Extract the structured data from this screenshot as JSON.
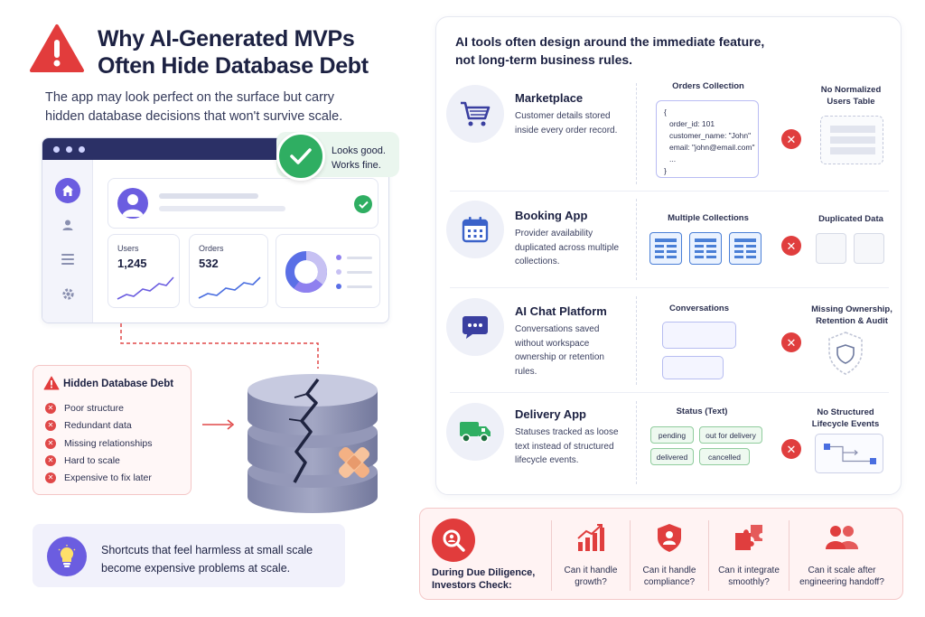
{
  "header": {
    "title_line1": "Why AI-Generated MVPs",
    "title_line2": "Often Hide Database Debt",
    "subtitle": "The app may look perfect on the surface but carry hidden database decisions that won't survive scale."
  },
  "app_mock": {
    "status_line1": "Looks good.",
    "status_line2": "Works fine.",
    "users_label": "Users",
    "users_value": "1,245",
    "orders_label": "Orders",
    "orders_value": "532"
  },
  "hidden_debt": {
    "title": "Hidden Database Debt",
    "items": [
      "Poor structure",
      "Redundant data",
      "Missing relationships",
      "Hard to scale",
      "Expensive to fix later"
    ]
  },
  "note": {
    "line1": "Shortcuts that feel harmless at small scale",
    "line2": "become expensive problems at scale."
  },
  "right": {
    "heading_line1": "AI tools often design around the immediate feature,",
    "heading_line2": "not long-term business rules.",
    "rows": [
      {
        "title": "Marketplace",
        "desc": "Customer details stored inside every order record.",
        "mid_label": "Orders Collection",
        "code": [
          "{",
          "order_id: 101",
          "customer_name: \"John\"",
          "email: \"john@email.com\"",
          "...",
          "}"
        ],
        "right_label": "No Normalized Users Table"
      },
      {
        "title": "Booking App",
        "desc": "Provider availability duplicated across multiple collections.",
        "mid_label": "Multiple Collections",
        "right_label": "Duplicated Data"
      },
      {
        "title": "AI Chat Platform",
        "desc": "Conversations saved without workspace ownership or retention rules.",
        "mid_label": "Conversations",
        "right_label": "Missing Ownership, Retention & Audit"
      },
      {
        "title": "Delivery App",
        "desc": "Statuses tracked as loose text instead of structured lifecycle events.",
        "mid_label": "Status (Text)",
        "statuses": [
          "pending",
          "out for delivery",
          "delivered",
          "cancelled"
        ],
        "right_label": "No Structured Lifecycle Events"
      }
    ]
  },
  "investors": {
    "title_line1": "During Due Diligence,",
    "title_line2": "Investors Check:",
    "checks": [
      {
        "l1": "Can it handle",
        "l2": "growth?"
      },
      {
        "l1": "Can it handle",
        "l2": "compliance?"
      },
      {
        "l1": "Can it integrate",
        "l2": "smoothly?"
      },
      {
        "l1": "Can it scale after",
        "l2": "engineering handoff?"
      }
    ]
  },
  "colors": {
    "navy": "#2b3066",
    "accent_purple": "#6b5de0",
    "success_green": "#2fae62",
    "danger_red": "#e03e3e",
    "table_blue": "#4a7fd6"
  }
}
